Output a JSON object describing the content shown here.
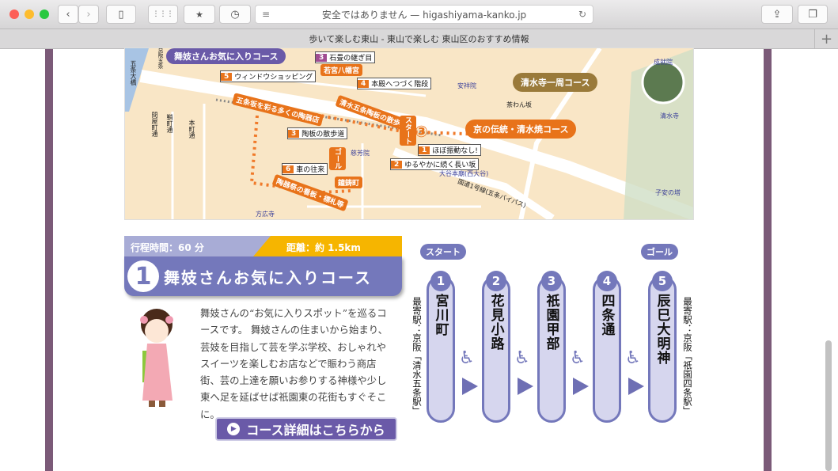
{
  "browser": {
    "address": "安全ではありません — higashiyama-kanko.jp",
    "tab_title": "歩いて楽しむ東山 - 東山で楽しむ 東山区のおすすめ情報"
  },
  "map": {
    "course_pill": "舞妓さんお気に入りコース",
    "labels": [
      {
        "n": "5",
        "t": "ウィンドウショッピング"
      },
      {
        "n": "3",
        "t": "石畳の継ぎ目"
      },
      {
        "n": "4",
        "t": "本殿へつづく階段"
      },
      {
        "n": "3",
        "t": "陶板の散歩道"
      },
      {
        "n": "6",
        "t": "車の往来"
      },
      {
        "n": "1",
        "t": "ほぼ振動なし!"
      },
      {
        "n": "2",
        "t": "ゆるやかに続く長い坂"
      }
    ],
    "orange": [
      "若宮八幡宮",
      "五条坂を彩る多くの陶器店",
      "清水五条陶板の散歩道",
      "スタート",
      "ゴール",
      "鐘鋳町",
      "陶器祭の看板・標札等"
    ],
    "places": [
      "慈芳院",
      "方広寺",
      "安祥院",
      "大谷本廟(西大谷)",
      "成就院",
      "清水寺",
      "子安の塔"
    ],
    "streets": [
      "五条大橋",
      "問屋町通",
      "鞘町通",
      "本町通",
      "茶わん坂",
      "国道1号線(五条バイパス)",
      "京阪五条"
    ],
    "course3_num": "③",
    "course3": "京の伝統・清水焼コース",
    "kiyomizu": "清水寺一周コース"
  },
  "course": {
    "time": "行程時間：60 分",
    "distance": "距離：約 1.5km",
    "number": "1",
    "title": "舞妓さんお気に入りコース",
    "description": "舞妓さんの“お気に入りスポット”を巡るコースです。 舞妓さんの住まいから始まり、芸妓を目指して芸を学ぶ学校、おしゃれやスイーツを楽しむお店などで賑わう商店街、芸の上達を願いお参りする神様や少し東へ足を延ばせば祇園東の花街もすぐそこに。",
    "detail_button": "コース詳細はこちらから",
    "start": "スタート",
    "goal": "ゴール",
    "station_start": "最寄駅：京阪「清水五条駅」",
    "station_goal": "最寄駅：京阪「祇園四条駅」",
    "stops": [
      {
        "n": "1",
        "name": "宮川町"
      },
      {
        "n": "2",
        "name": "花見小路"
      },
      {
        "n": "3",
        "name": "祇園甲部"
      },
      {
        "n": "4",
        "name": "四条通"
      },
      {
        "n": "5",
        "name": "辰巳大明神"
      }
    ]
  }
}
